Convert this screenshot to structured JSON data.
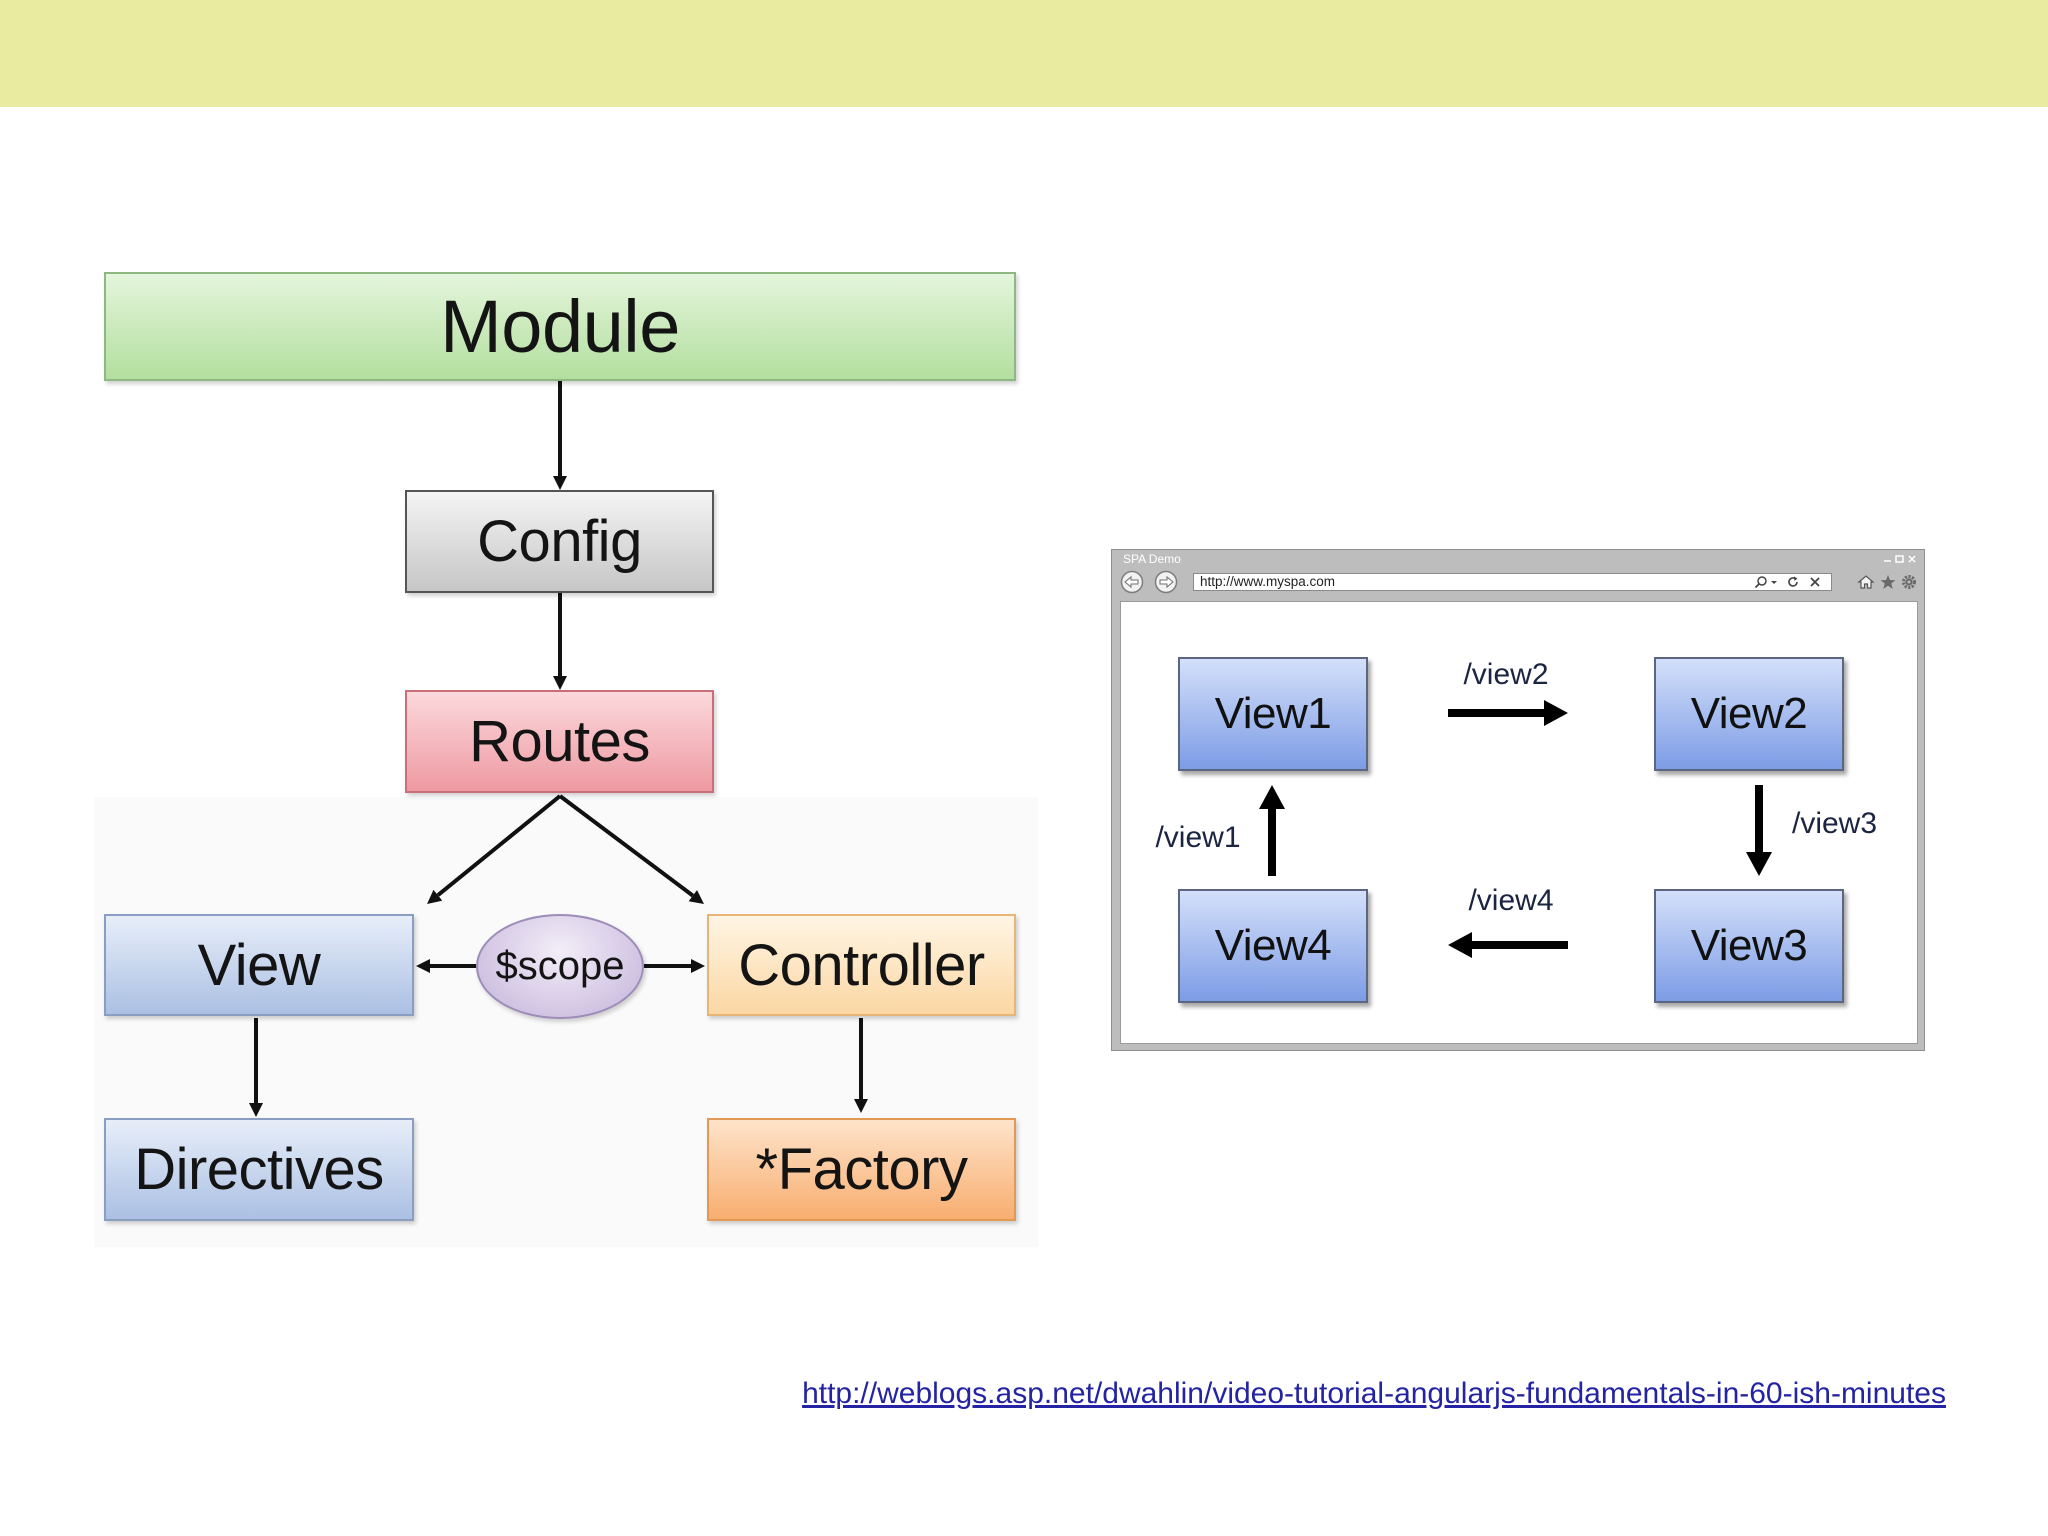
{
  "colors": {
    "banner": "#e9eca0",
    "module": "#b3df9f",
    "config": "#c6c6c6",
    "routes": "#ee99a2",
    "view": "#abc0e3",
    "scope": "#c3b2da",
    "controller": "#fbd7a4",
    "factory": "#f8ae70",
    "spa_view": "#7c9ce5",
    "link": "#2323a3"
  },
  "architecture": {
    "module": "Module",
    "config": "Config",
    "routes": "Routes",
    "view": "View",
    "scope": "$scope",
    "controller": "Controller",
    "directives": "Directives",
    "factory": "*Factory"
  },
  "spa_demo": {
    "window_title": "SPA Demo",
    "address": "http://www.myspa.com",
    "views": {
      "view1": "View1",
      "view2": "View2",
      "view3": "View3",
      "view4": "View4"
    },
    "routes": {
      "view1": "/view1",
      "view2": "/view2",
      "view3": "/view3",
      "view4": "/view4"
    },
    "toolbar_icons": [
      "back-icon",
      "forward-icon",
      "search-icon",
      "dropdown-icon",
      "refresh-icon",
      "stop-icon",
      "home-icon",
      "favorites-icon",
      "settings-icon"
    ],
    "window_icons": [
      "minimize-icon",
      "maximize-icon",
      "close-icon"
    ]
  },
  "source_link": {
    "text": "http://weblogs.asp.net/dwahlin/video-tutorial-angularjs-fundamentals-in-60-ish-minutes"
  }
}
